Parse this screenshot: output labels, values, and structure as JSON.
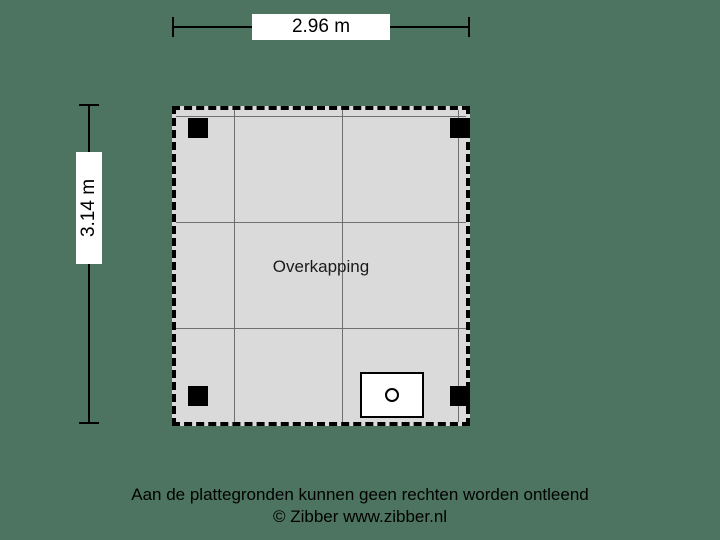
{
  "dimensions": {
    "top_label": "2.96 m",
    "left_label": "3.14 m"
  },
  "plan": {
    "room_label": "Overkapping"
  },
  "footer": {
    "line1": "Aan de plattegronden kunnen geen rechten worden ontleend",
    "line2": "© Zibber www.zibber.nl"
  }
}
